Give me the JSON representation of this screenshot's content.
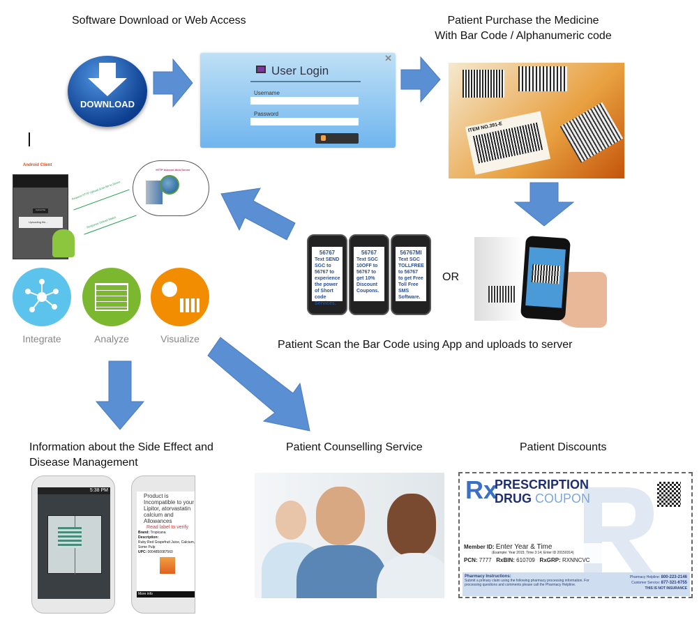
{
  "captions": {
    "download": "Software Download or Web Access",
    "purchase_line1": "Patient Purchase the Medicine",
    "purchase_line2": "With Bar Code / Alphanumeric code",
    "scan": "Patient Scan the Bar Code using App and uploads to server",
    "side_effect_line1": "Information about the Side Effect and",
    "side_effect_line2": "Disease Management",
    "counselling": "Patient Counselling Service",
    "discounts": "Patient Discounts",
    "or": "OR"
  },
  "download_button": {
    "label": "DOWNLOAD"
  },
  "login": {
    "title": "User Login",
    "username_label": "Username",
    "password_label": "Password",
    "close": "✕"
  },
  "android": {
    "client_label": "Android Client",
    "server_label": "HTTP Internet Web Server",
    "request_label": "Request HTTP Upload Scan file to Server",
    "response_label": "Response Upload Status",
    "phone_button": "Upload file",
    "phone_dialog": "Uploading file..."
  },
  "sms_phones": [
    {
      "code": "56767",
      "text": "Text SEND SGC to 56767 to experience the power of Short code Services."
    },
    {
      "code": "56767",
      "text": "Text SGC 10OFF to 56767 to get 10% Discount Coupons."
    },
    {
      "code": "56767MI",
      "text": "Text SGC TOLLFREE to 56767 to get Free Toll Free SMS Software."
    }
  ],
  "features": [
    {
      "label": "Integrate",
      "color": "#5cc3ec"
    },
    {
      "label": "Analyze",
      "color": "#7cb82f"
    },
    {
      "label": "Visualize",
      "color": "#f28c00"
    }
  ],
  "info_phone": {
    "time": "5:38 PM",
    "warning": "Product is Incompatible to your Lipitor, atorvastatin calcium and Allowances",
    "read_label": "Read label to verify",
    "brand_label": "Brand:",
    "brand": "Tropicana",
    "description_label": "Description:",
    "description": "Ruby Red Grapefruit Juice, Calcium, Some Pulp",
    "upc_label": "UPC:",
    "upc": "0004850087560",
    "more_info": "More info"
  },
  "barcode_label": "ITEM NO.391-E",
  "coupon": {
    "rx": "Rx",
    "title1": "PRESCRIPTION",
    "title2a": "DRUG",
    "title2b": "COUPON",
    "member_label": "Member ID:",
    "member_value": "Enter Year & Time",
    "member_example": "(Example: Year 2015; Time 3:14; Enter ID 20150314)",
    "pcn_label": "PCN:",
    "pcn": "7777",
    "rxbin_label": "RxBIN:",
    "rxbin": "610709",
    "rxgrp_label": "RxGRP:",
    "rxgrp": "RXNNCVC",
    "instr_title": "Pharmacy Instructions:",
    "instr_text": "Submit a primary claim using the following pharmacy processing information. For processing questions and comments please call the Pharmacy Helpline.",
    "helpline_label": "Pharmacy Helpline:",
    "helpline": "800-223-2146",
    "service_label": "Customer Service:",
    "service": "877-321-6755",
    "disclaimer": "THIS IS NOT INSURANCE"
  }
}
